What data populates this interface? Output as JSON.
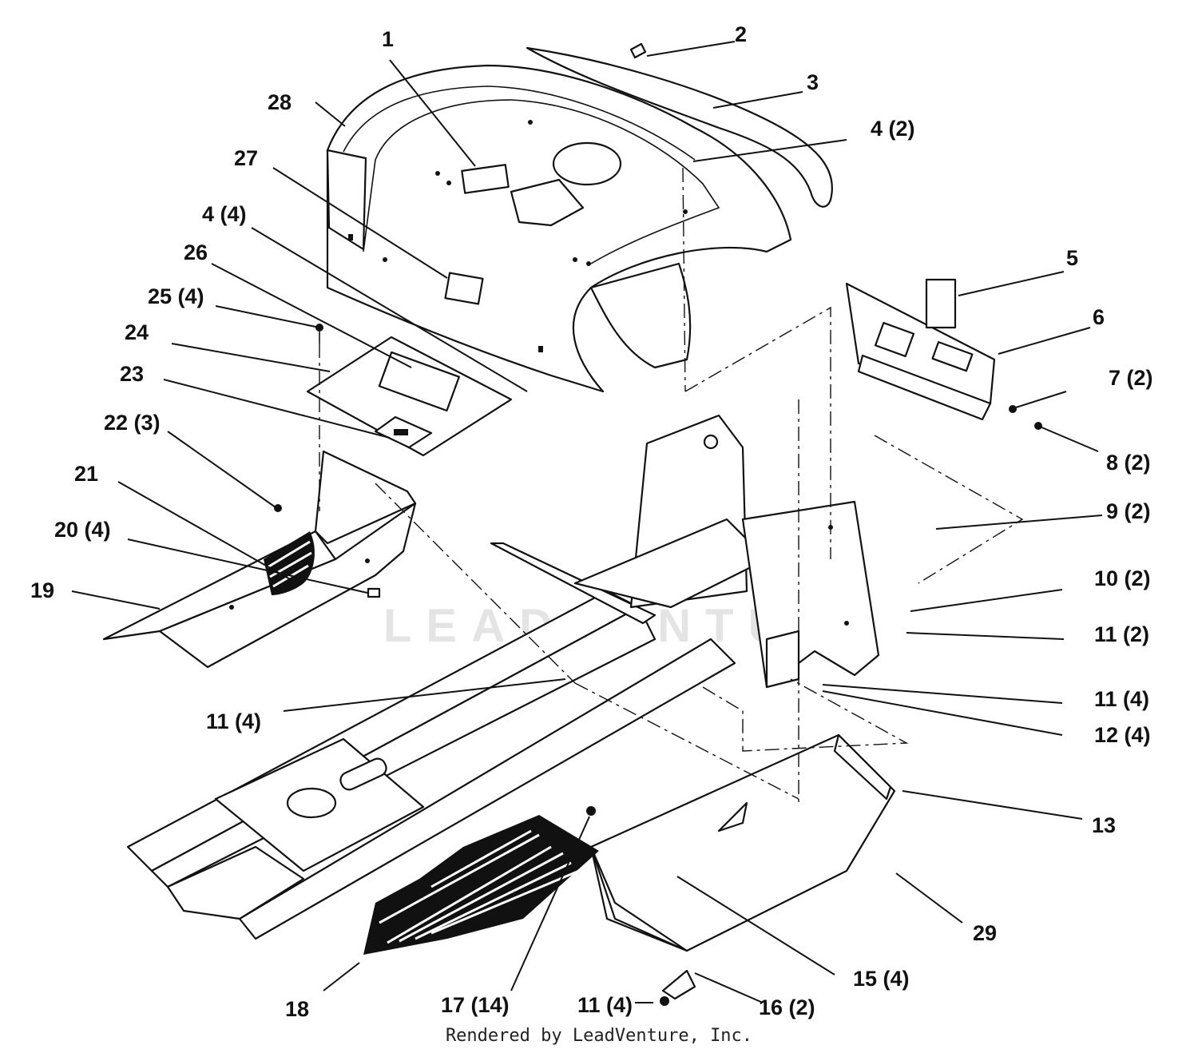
{
  "watermark": "LEADVENTURE",
  "footer": "Rendered by LeadVenture, Inc.",
  "callouts": [
    {
      "id": "c1",
      "text": "1"
    },
    {
      "id": "c2",
      "text": "2"
    },
    {
      "id": "c3",
      "text": "3"
    },
    {
      "id": "c4a",
      "text": "4 (2)"
    },
    {
      "id": "c28",
      "text": "28"
    },
    {
      "id": "c27",
      "text": "27"
    },
    {
      "id": "c4b",
      "text": "4 (4)"
    },
    {
      "id": "c26",
      "text": "26"
    },
    {
      "id": "c25",
      "text": "25 (4)"
    },
    {
      "id": "c24",
      "text": "24"
    },
    {
      "id": "c23",
      "text": "23"
    },
    {
      "id": "c22",
      "text": "22 (3)"
    },
    {
      "id": "c21",
      "text": "21"
    },
    {
      "id": "c20",
      "text": "20 (4)"
    },
    {
      "id": "c19",
      "text": "19"
    },
    {
      "id": "c5",
      "text": "5"
    },
    {
      "id": "c6",
      "text": "6"
    },
    {
      "id": "c7",
      "text": "7 (2)"
    },
    {
      "id": "c8",
      "text": "8 (2)"
    },
    {
      "id": "c9",
      "text": "9 (2)"
    },
    {
      "id": "c10",
      "text": "10 (2)"
    },
    {
      "id": "c11a",
      "text": "11 (2)"
    },
    {
      "id": "c11b",
      "text": "11 (4)"
    },
    {
      "id": "c12",
      "text": "12 (4)"
    },
    {
      "id": "c11c",
      "text": "11 (4)"
    },
    {
      "id": "c13",
      "text": "13"
    },
    {
      "id": "c29",
      "text": "29"
    },
    {
      "id": "c15",
      "text": "15 (4)"
    },
    {
      "id": "c16",
      "text": "16 (2)"
    },
    {
      "id": "c11d",
      "text": "11 (4)"
    },
    {
      "id": "c17",
      "text": "17 (14)"
    },
    {
      "id": "c18",
      "text": "18"
    }
  ]
}
